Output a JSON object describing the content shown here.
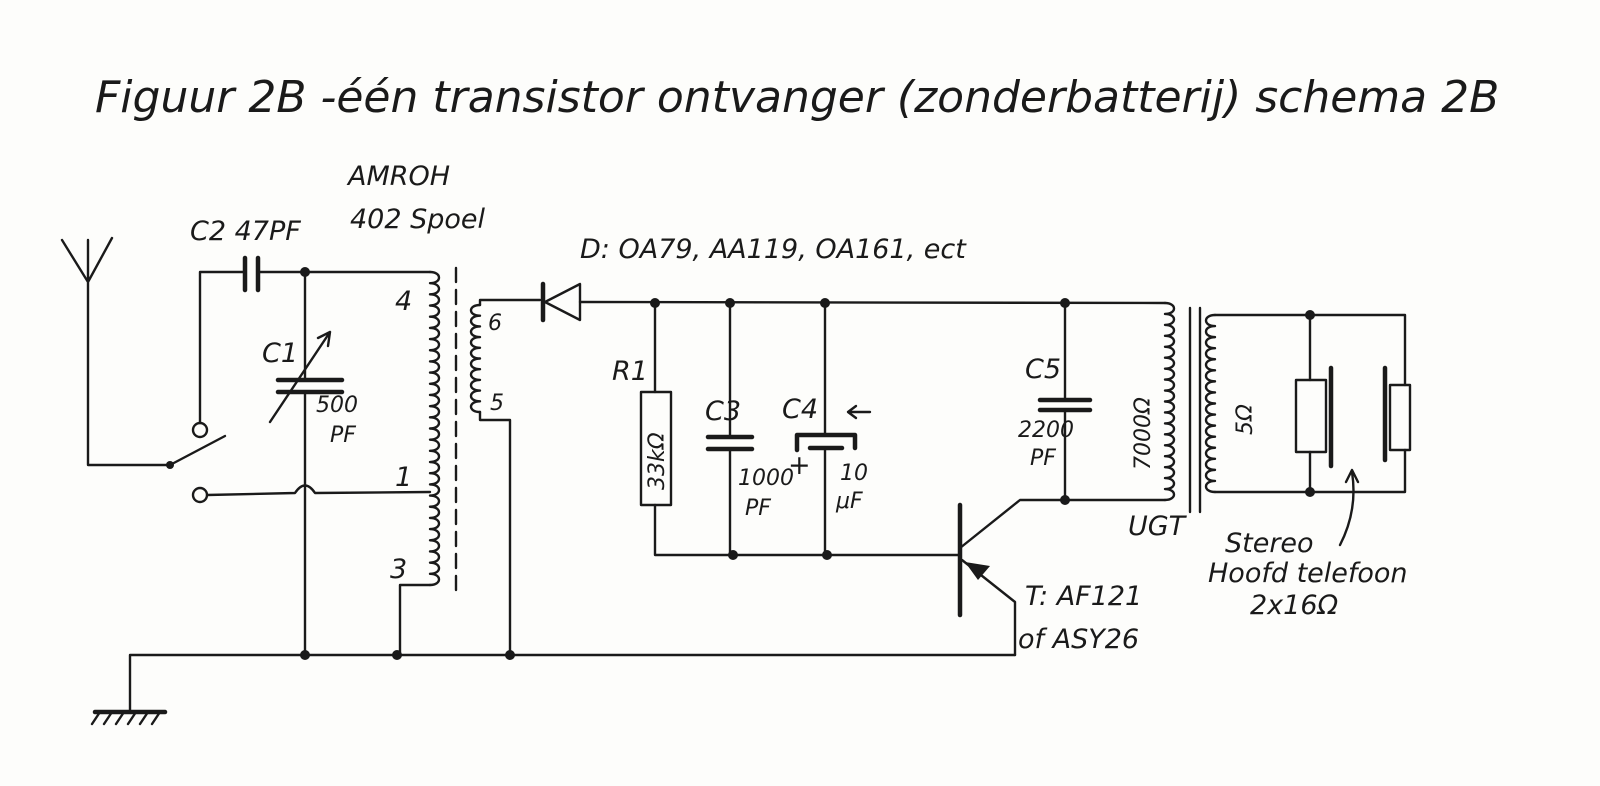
{
  "title": "Figuur 2B  -één transistor ontvanger (zonderbatterij) schema 2B",
  "coil": {
    "maker": "AMROH",
    "type": "402 Spoel",
    "taps": [
      "4",
      "1",
      "3",
      "6",
      "5"
    ]
  },
  "c2": "C2 47PF",
  "c1": {
    "name": "C1",
    "value": "500",
    "unit": "PF"
  },
  "diode": "D: OA79, AA119, OA161, ect",
  "r1": {
    "name": "R1",
    "value": "33kΩ"
  },
  "c3": {
    "name": "C3",
    "value": "1000",
    "unit": "PF"
  },
  "c4": {
    "name": "C4",
    "plus": "+",
    "value": "10",
    "unit": "μF"
  },
  "c5": {
    "name": "C5",
    "value": "2200",
    "unit": "PF"
  },
  "transformer": {
    "primary": "7000Ω",
    "secondary": "5Ω",
    "type": "UGT"
  },
  "transistor": {
    "line1": "T: AF121",
    "line2": "of ASY26"
  },
  "headphones": {
    "line1": "Stereo",
    "line2": "Hoofd telefoon",
    "line3": "2x16Ω"
  }
}
